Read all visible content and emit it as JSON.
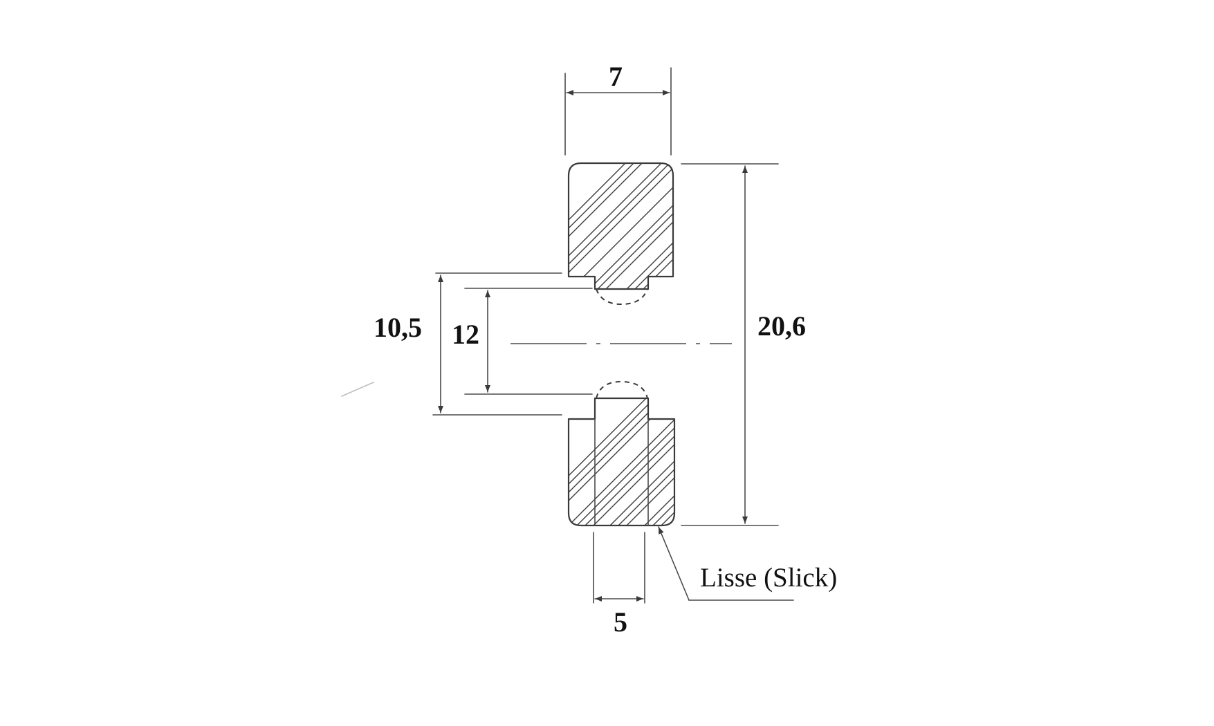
{
  "dimensions": {
    "top_width": "7",
    "overall_height": "20,6",
    "outer_gap": "10,5",
    "inner_gap": "12",
    "bottom_width": "5"
  },
  "annotation": {
    "surface_label": "Lisse (Slick)"
  },
  "colors": {
    "line": "#3a3a3a",
    "text": "#111111",
    "background": "#ffffff"
  }
}
